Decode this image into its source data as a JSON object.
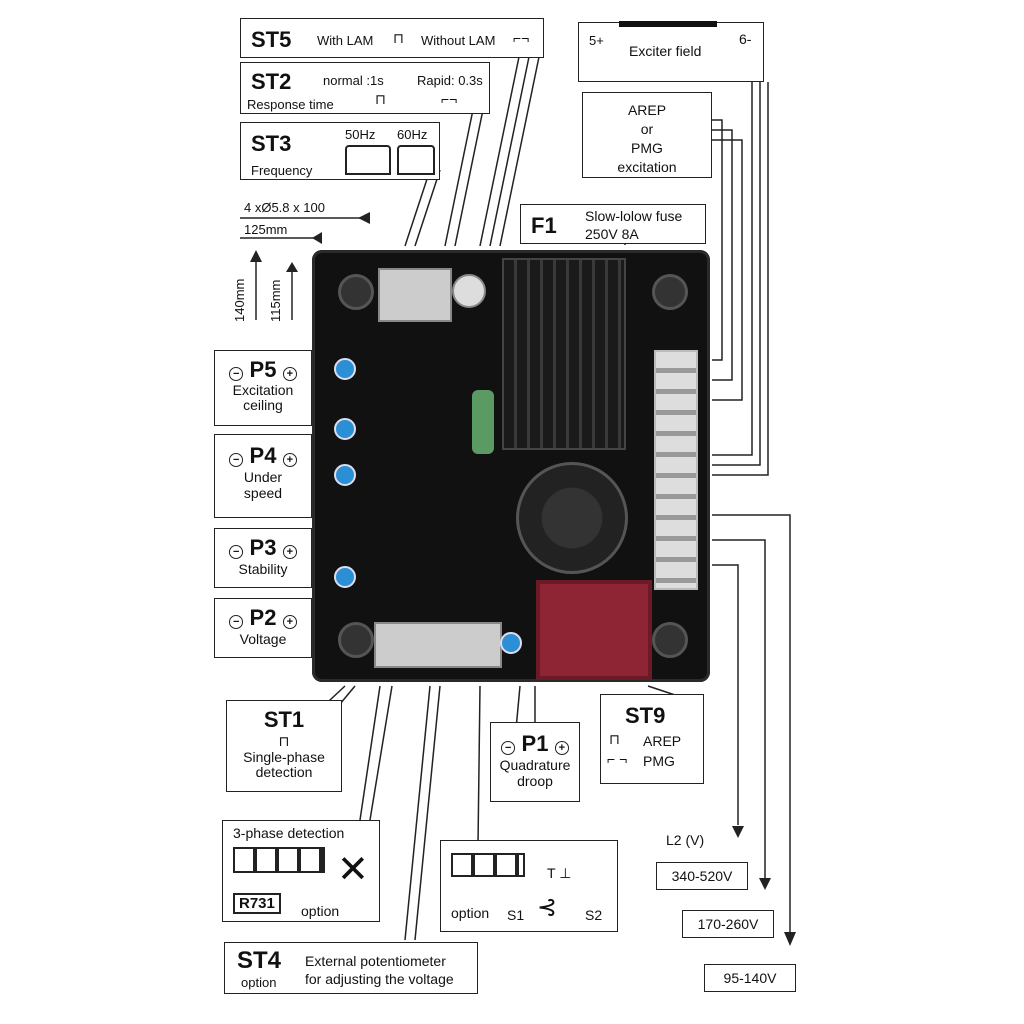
{
  "st5": {
    "id": "ST5",
    "with_lam": "With LAM",
    "without_lam": "Without LAM"
  },
  "st2": {
    "id": "ST2",
    "normal": "normal :1s",
    "rapid": "Rapid: 0.3s",
    "subtitle": "Response time"
  },
  "st3": {
    "id": "ST3",
    "hz50": "50Hz",
    "hz60": "60Hz",
    "subtitle": "Frequency"
  },
  "dims": {
    "holes": "4 xØ5.8 x 100",
    "w125": "125mm",
    "h140": "140mm",
    "h115": "115mm"
  },
  "exciter": {
    "plus": "5+",
    "minus": "6-",
    "label": "Exciter field"
  },
  "arep": {
    "l1": "AREP",
    "l2": "or",
    "l3": "PMG",
    "l4": "excitation"
  },
  "fuse": {
    "id": "F1",
    "l1": "Slow-lolow fuse",
    "l2": "250V 8A"
  },
  "p5": {
    "id": "P5",
    "l1": "Excitation",
    "l2": "ceiling"
  },
  "p4": {
    "id": "P4",
    "l1": "Under",
    "l2": "speed"
  },
  "p3": {
    "id": "P3",
    "l1": "Stability"
  },
  "p2": {
    "id": "P2",
    "l1": "Voltage"
  },
  "st1": {
    "id": "ST1",
    "l1": "Single-phase",
    "l2": "detection"
  },
  "p1": {
    "id": "P1",
    "l1": "Quadrature",
    "l2": "droop"
  },
  "st9": {
    "id": "ST9",
    "arep": "AREP",
    "pmg": "PMG"
  },
  "three_phase": {
    "title": "3-phase detection",
    "r731": "R731",
    "option": "option"
  },
  "pot": {
    "option": "option",
    "t": "T ⊥",
    "s1": "S1",
    "s2": "S2"
  },
  "st4": {
    "id": "ST4",
    "option": "option",
    "l1": "External potentiometer",
    "l2": "for adjusting the voltage"
  },
  "voltage": {
    "title": "L2 (V)",
    "v1": "340-520V",
    "v2": "170-260V",
    "v3": "95-140V"
  },
  "sign": {
    "minus": "−",
    "plus": "+"
  }
}
